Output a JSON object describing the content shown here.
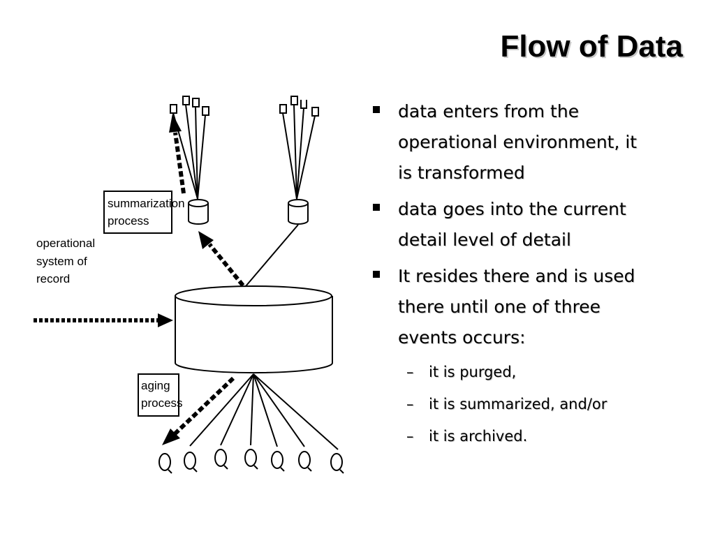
{
  "slide": {
    "title": "Flow of Data"
  },
  "diagram": {
    "summarization_label": [
      "summarization",
      "process"
    ],
    "operational_label": [
      "operational",
      "system of",
      "record"
    ],
    "aging_label": [
      "aging",
      "process"
    ]
  },
  "bullets": [
    {
      "text": "data enters from the operational environment, it is transformed",
      "lines": [
        "data enters from the",
        "operational environment, it",
        "is transformed"
      ]
    },
    {
      "text": "data goes into the current detail level of detail",
      "lines": [
        "data goes into the current",
        "detail level of detail"
      ]
    },
    {
      "text": "It resides there and is used there until one of three events occurs:",
      "lines": [
        "It resides there and is used",
        "there until one of three",
        "events occurs:"
      ]
    }
  ],
  "sub_marker": "–",
  "sub_bullets": [
    "it is purged,",
    "it is summarized, and/or",
    "it is archived."
  ]
}
